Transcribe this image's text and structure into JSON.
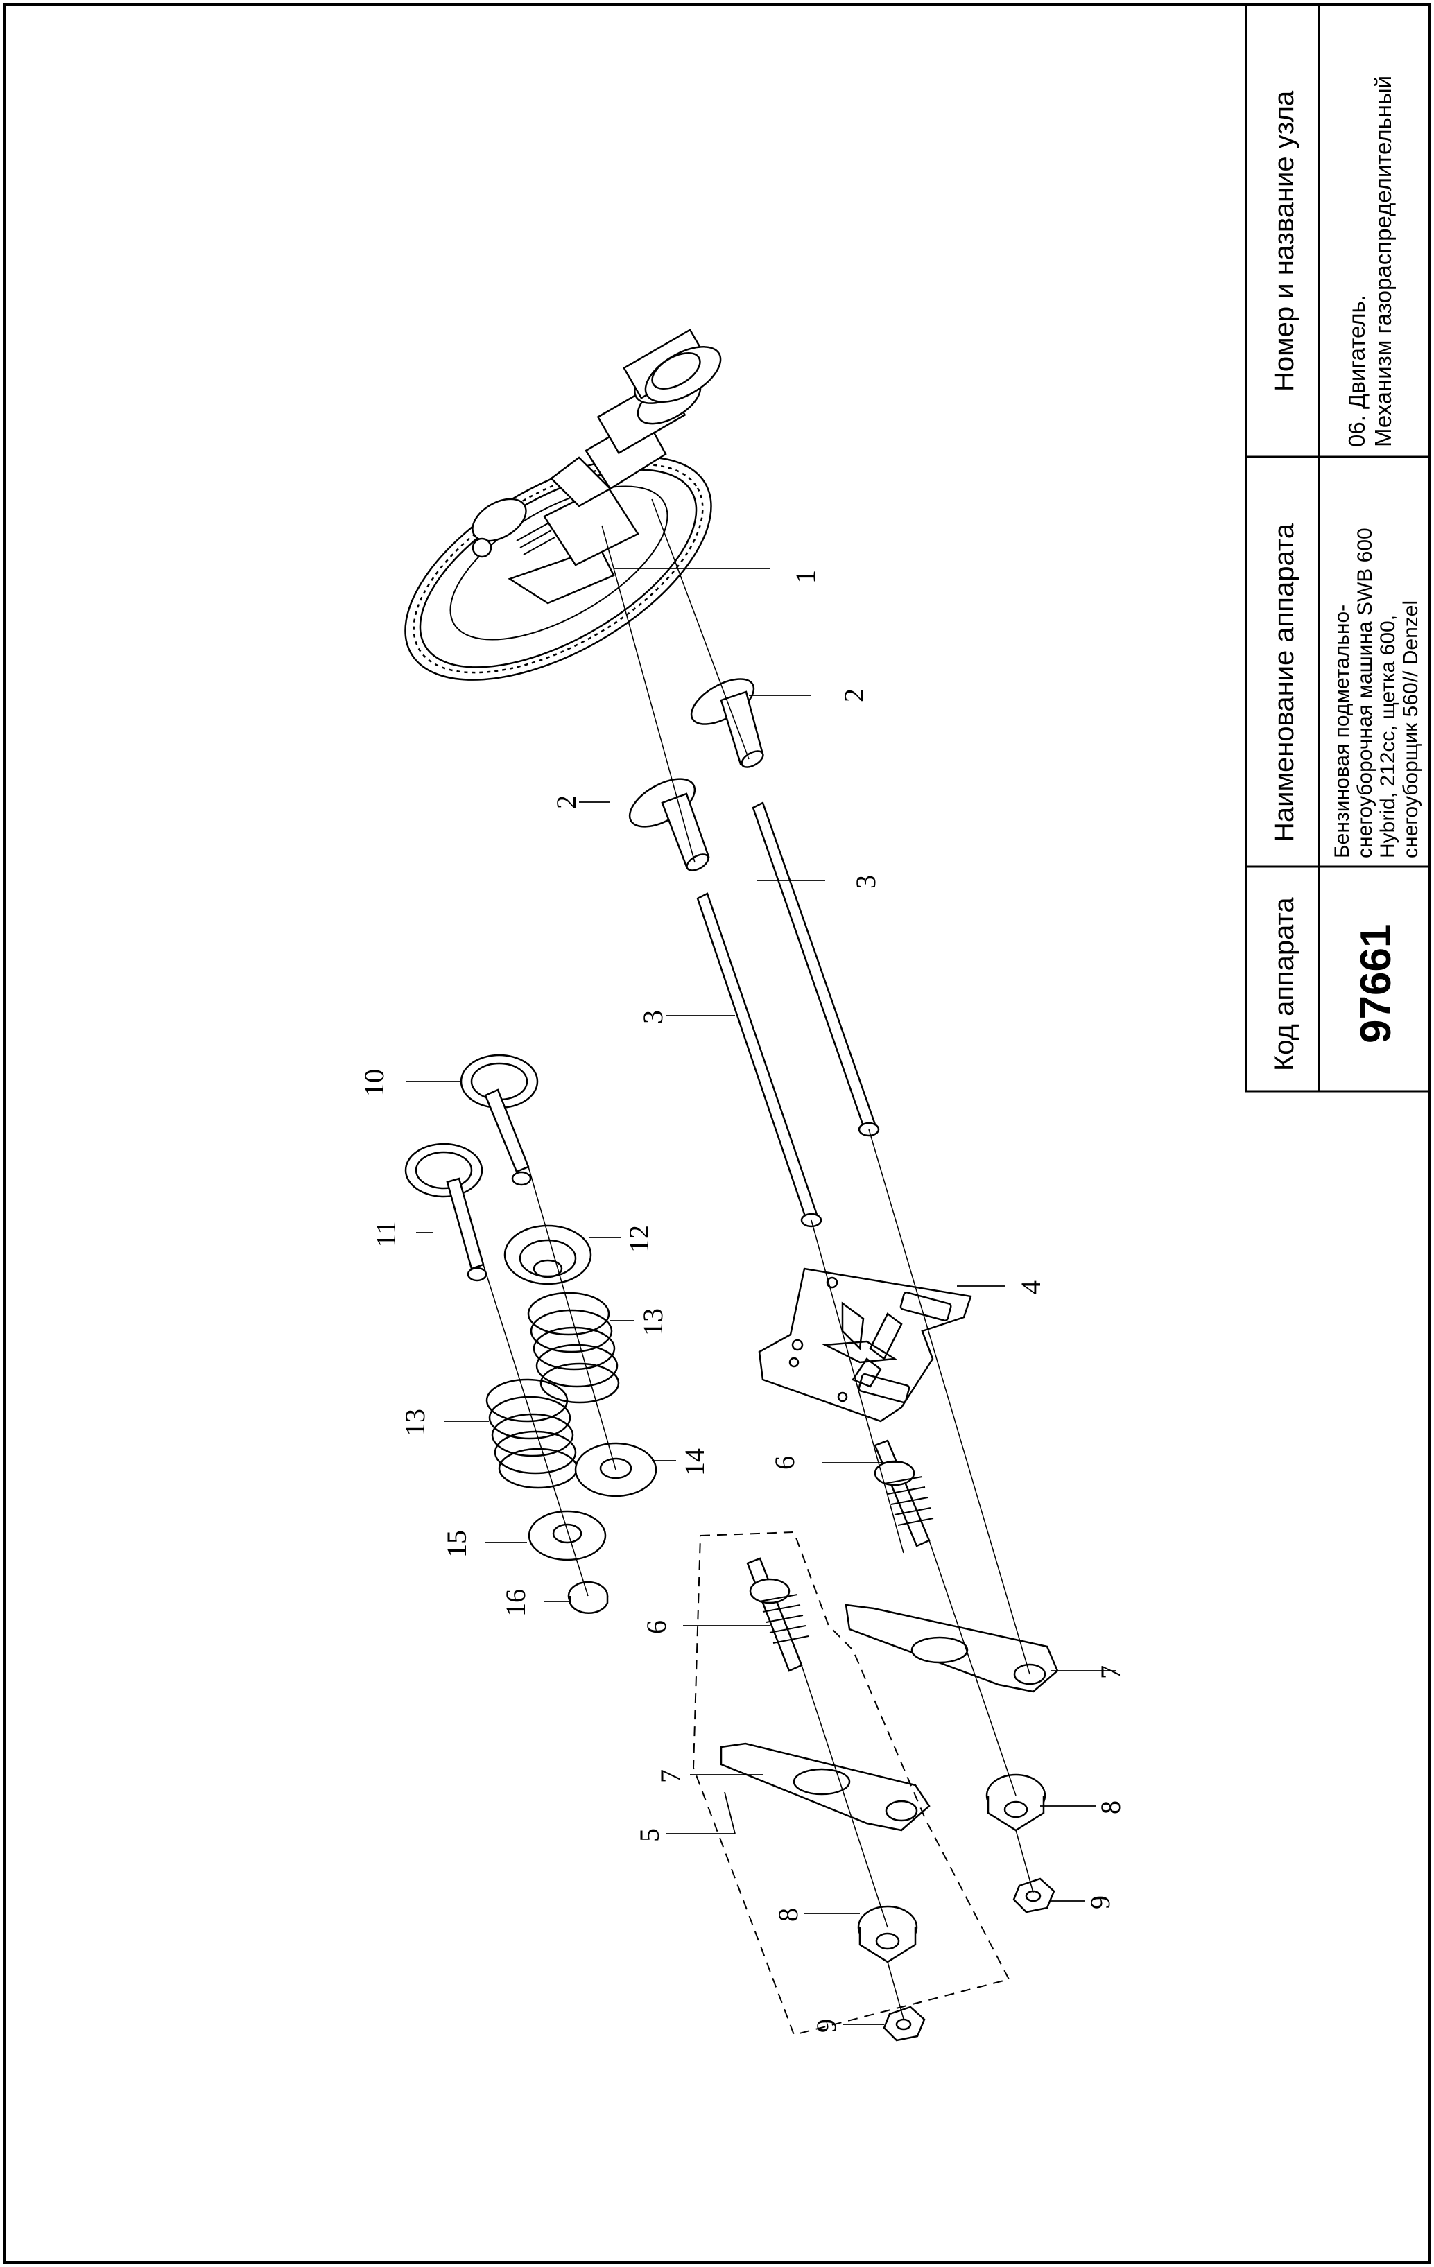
{
  "title_block": {
    "code_header": "Код аппарата",
    "code_value": "97661",
    "name_header": "Наименование аппарата",
    "name_lines": [
      "Бензиновая подметально-",
      "снегоуборочная машина SWB 600",
      "Hybrid, 212cc, щетка 600,",
      "снегоуборщик 560// Denzel"
    ],
    "unit_header": "Номер и название узла",
    "unit_lines": [
      "06. Двигатель.",
      "Механизм  газораспределительный"
    ]
  },
  "callouts": {
    "c1": "1",
    "c2a": "2",
    "c2b": "2",
    "c3a": "3",
    "c3b": "3",
    "c4": "4",
    "c5": "5",
    "c6a": "6",
    "c6b": "6",
    "c7a": "7",
    "c7b": "7",
    "c8a": "8",
    "c8b": "8",
    "c9a": "9",
    "c9b": "9",
    "c10": "10",
    "c11": "11",
    "c12": "12",
    "c13a": "13",
    "c13b": "13",
    "c14": "14",
    "c15": "15",
    "c16": "16"
  },
  "parts_icons": [
    "camshaft-gear-icon",
    "tappet-icon",
    "push-rod-icon",
    "guide-plate-icon",
    "rocker-assembly-icon",
    "stud-icon",
    "rocker-arm-icon",
    "pivot-nut-icon",
    "lock-nut-icon",
    "valve-icon",
    "spring-retainer-icon",
    "valve-spring-icon",
    "spring-seat-icon",
    "valve-cap-icon"
  ]
}
